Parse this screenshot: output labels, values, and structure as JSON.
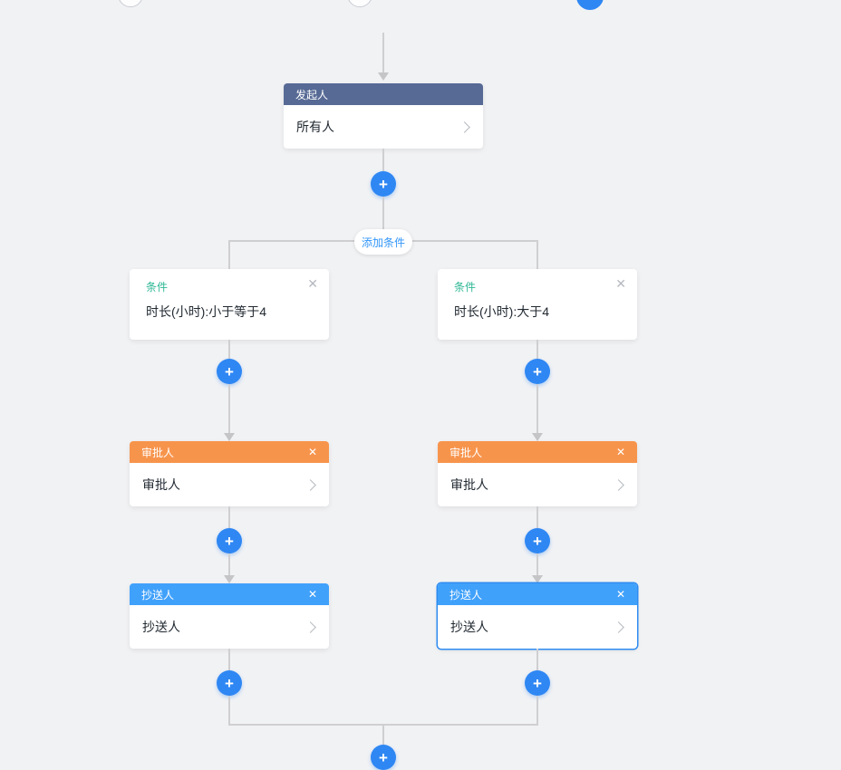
{
  "colors": {
    "background": "#f1f2f4",
    "line": "#cfcfd2",
    "arrow": "#c5c5c8",
    "plus_button": "#2f87f3",
    "start_header": "#576a95",
    "approver_header": "#f7944c",
    "cc_header": "#40a1fb",
    "condition_label": "#2eb795",
    "link_blue": "#3296fa",
    "selected_border": "#2e8cf0",
    "text": "#222a32"
  },
  "icons": {
    "plus": "+",
    "close": "✕",
    "chevron_right": "chevron-right"
  },
  "step_indicator": {
    "circles": [
      {
        "active": false
      },
      {
        "active": false
      },
      {
        "active": true
      }
    ]
  },
  "flow": {
    "start": {
      "header": "发起人",
      "value": "所有人"
    },
    "add_condition": "添加条件",
    "branches": [
      {
        "condition": {
          "label": "条件",
          "expression": "时长(小时):小于等于4"
        },
        "approver": {
          "header": "审批人",
          "value": "审批人"
        },
        "cc": {
          "header": "抄送人",
          "value": "抄送人",
          "selected": false
        }
      },
      {
        "condition": {
          "label": "条件",
          "expression": "时长(小时):大于4"
        },
        "approver": {
          "header": "审批人",
          "value": "审批人"
        },
        "cc": {
          "header": "抄送人",
          "value": "抄送人",
          "selected": true
        }
      }
    ]
  }
}
